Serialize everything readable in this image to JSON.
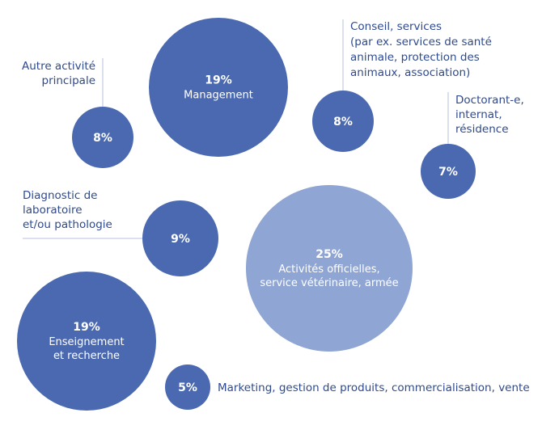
{
  "chart_data": {
    "type": "bubble",
    "title": "",
    "colors": {
      "bubble": "#4a69b0",
      "highlight": "#8fa5d3",
      "label": "#2e4a8f",
      "leader": "#b7c2dd"
    },
    "items": [
      {
        "key": "management",
        "value": 19,
        "value_label": "19%",
        "label_lines": [
          "Management"
        ]
      },
      {
        "key": "autre",
        "value": 8,
        "value_label": "8%",
        "label_lines": [
          "Autre activité",
          "principale"
        ]
      },
      {
        "key": "conseil",
        "value": 8,
        "value_label": "8%",
        "label_lines": [
          "Conseil, services",
          "(par ex. services de santé",
          "animale, protection des",
          "animaux, association)"
        ]
      },
      {
        "key": "doctorant",
        "value": 7,
        "value_label": "7%",
        "label_lines": [
          "Doctorant-e,",
          "internat,",
          "résidence"
        ]
      },
      {
        "key": "diagnostic",
        "value": 9,
        "value_label": "9%",
        "label_lines": [
          "Diagnostic de",
          "laboratoire",
          "et/ou pathologie"
        ]
      },
      {
        "key": "officielles",
        "value": 25,
        "value_label": "25%",
        "label_lines": [
          "Activités officielles,",
          "service vétérinaire, armée"
        ],
        "highlight": true
      },
      {
        "key": "enseignement",
        "value": 19,
        "value_label": "19%",
        "label_lines": [
          "Enseignement",
          "et recherche"
        ]
      },
      {
        "key": "marketing",
        "value": 5,
        "value_label": "5%",
        "label_lines": [
          "Marketing, gestion de produits, commercialisation, vente"
        ]
      }
    ]
  }
}
